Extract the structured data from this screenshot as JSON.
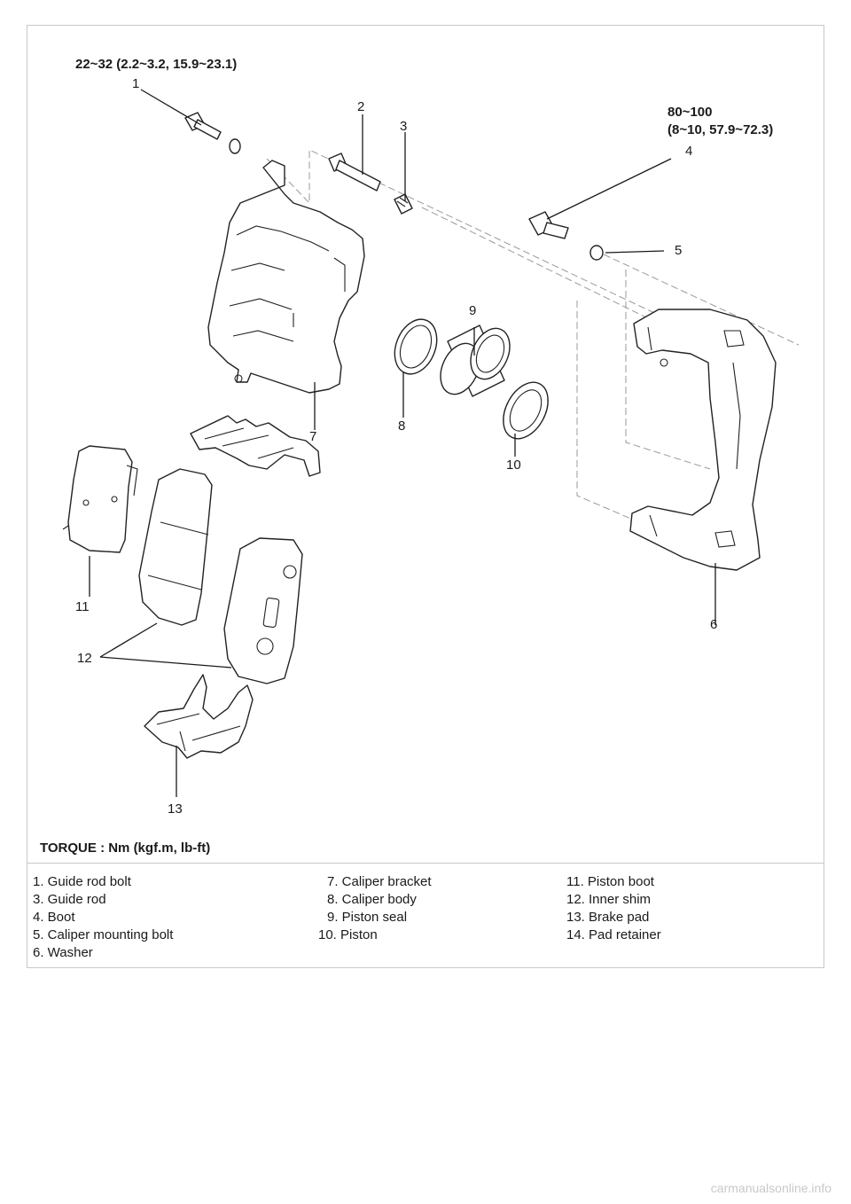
{
  "diagram": {
    "torque_top": "22~32 (2.2~3.2, 15.9~23.1)",
    "torque_right_line1": "80~100",
    "torque_right_line2": "(8~10, 57.9~72.3)",
    "torque_footer": "TORQUE : Nm (kgf.m, lb-ft)",
    "callouts": {
      "c1": "1",
      "c2": "2",
      "c3": "3",
      "c4": "4",
      "c5": "5",
      "c6": "6",
      "c7": "7",
      "c8": "8",
      "c9": "9",
      "c10": "10",
      "c11": "11",
      "c12": "12",
      "c13": "13"
    }
  },
  "legend": {
    "col1": [
      "1. Guide rod bolt",
      "3. Guide rod",
      "4. Boot",
      "5. Caliper mounting bolt",
      "6. Washer"
    ],
    "col2": [
      "7. Caliper bracket",
      "8. Caliper body",
      "9. Piston seal",
      "10. Piston"
    ],
    "col3": [
      "11. Piston boot",
      "12. Inner shim",
      "13. Brake pad",
      "14. Pad retainer"
    ]
  },
  "watermark": "carmanualsonline.info"
}
